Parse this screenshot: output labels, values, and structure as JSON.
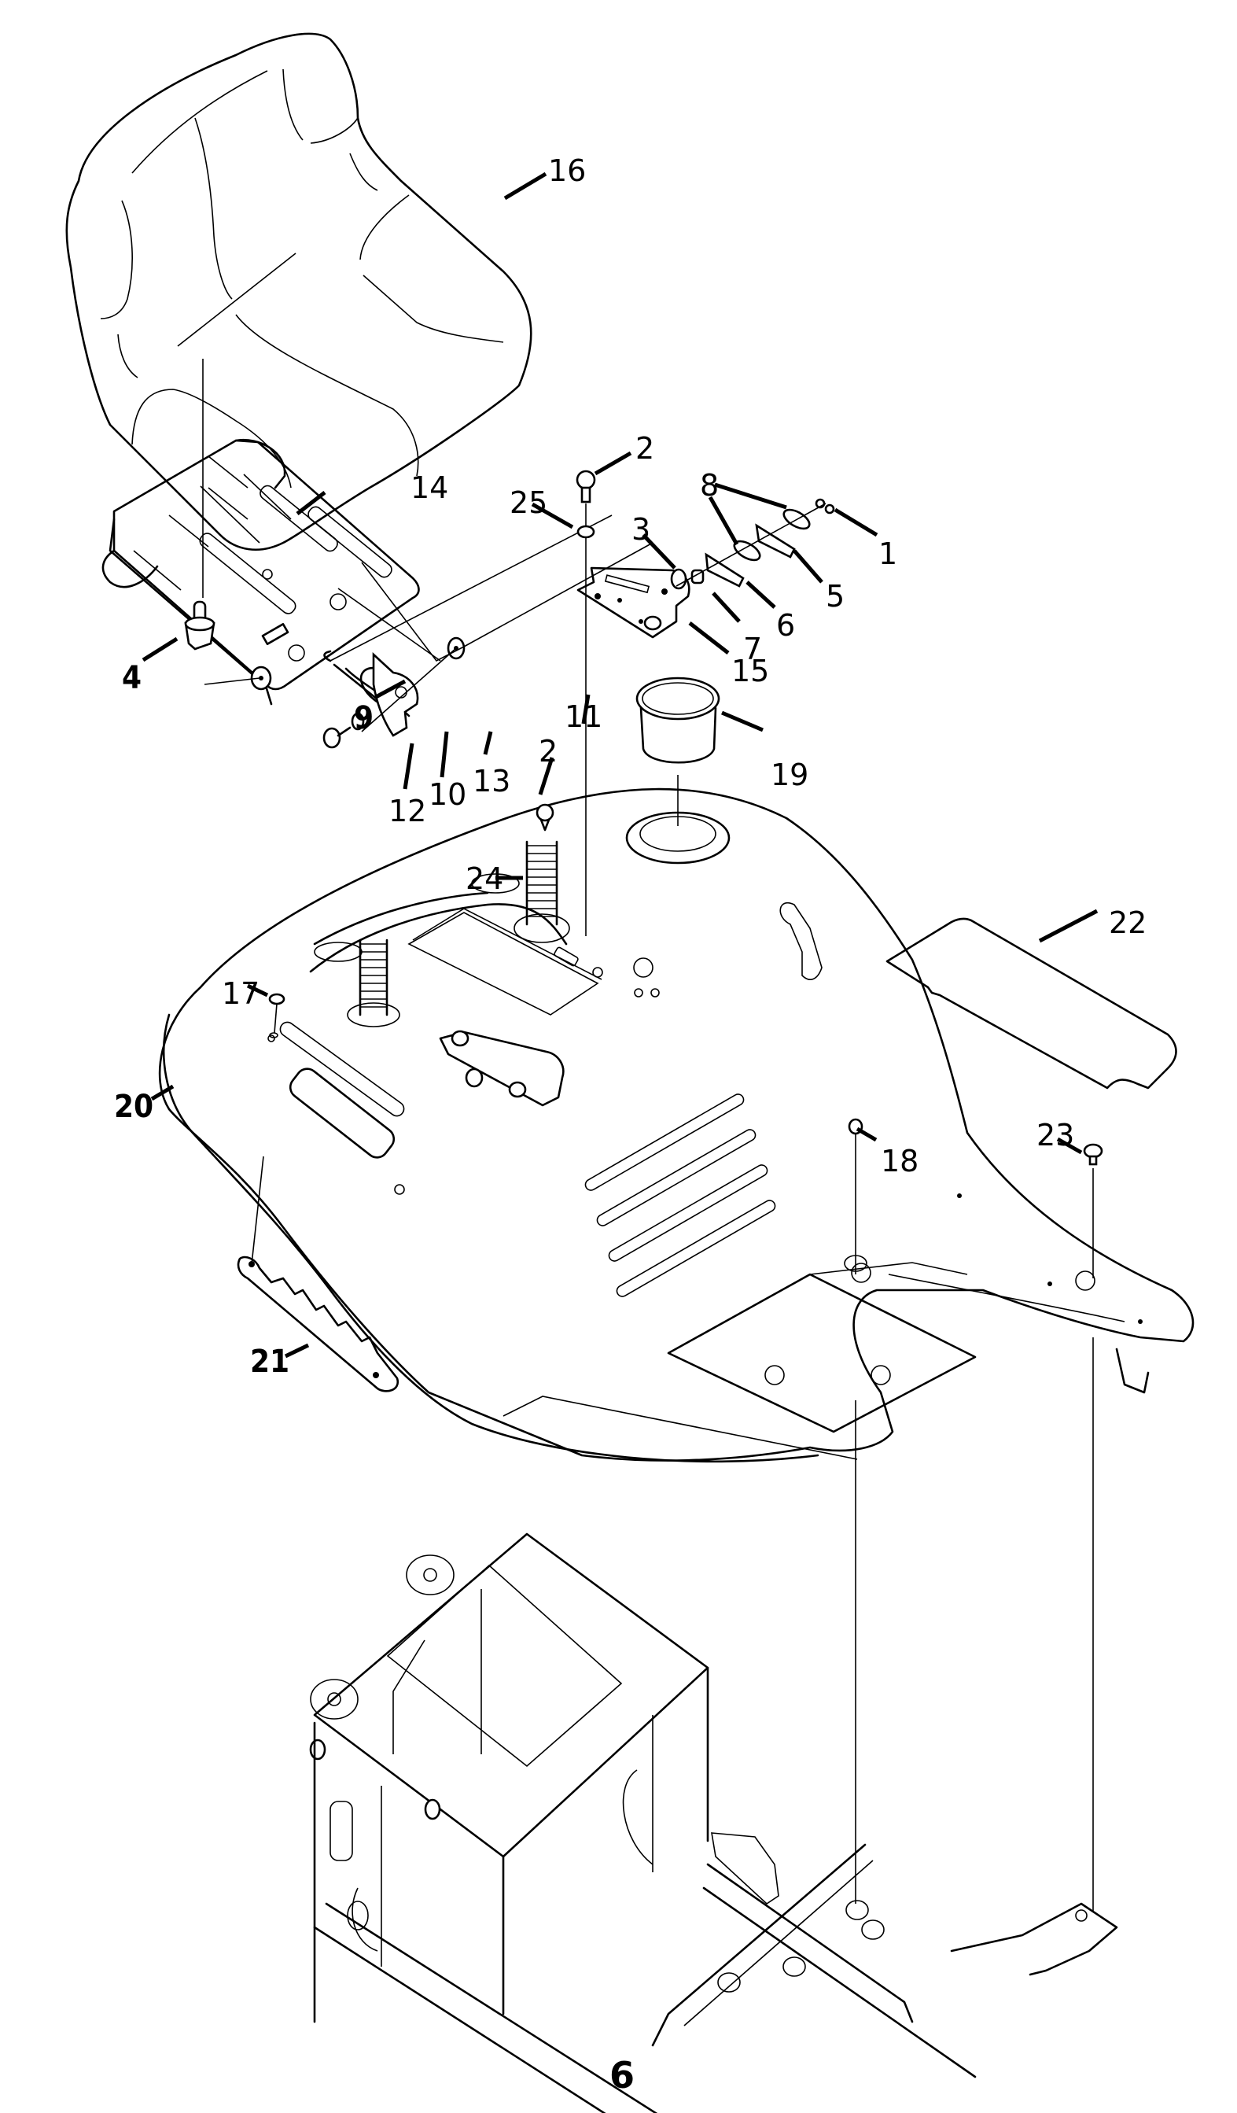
{
  "diagram": {
    "type": "exploded parts diagram",
    "subject": "Seat, fender and frame assembly",
    "page_number": "6",
    "callouts": [
      {
        "id": "c1",
        "label": "1",
        "style": "regular"
      },
      {
        "id": "c2a",
        "label": "2",
        "style": "regular"
      },
      {
        "id": "c2b",
        "label": "2",
        "style": "regular"
      },
      {
        "id": "c3",
        "label": "3",
        "style": "regular"
      },
      {
        "id": "c4",
        "label": "4",
        "style": "bold"
      },
      {
        "id": "c5",
        "label": "5",
        "style": "regular"
      },
      {
        "id": "c6",
        "label": "6",
        "style": "regular"
      },
      {
        "id": "c7",
        "label": "7",
        "style": "regular"
      },
      {
        "id": "c8",
        "label": "8",
        "style": "regular"
      },
      {
        "id": "c9",
        "label": "9",
        "style": "bold"
      },
      {
        "id": "c10",
        "label": "10",
        "style": "regular"
      },
      {
        "id": "c11",
        "label": "11",
        "style": "regular"
      },
      {
        "id": "c12",
        "label": "12",
        "style": "regular"
      },
      {
        "id": "c13",
        "label": "13",
        "style": "regular"
      },
      {
        "id": "c14",
        "label": "14",
        "style": "regular"
      },
      {
        "id": "c15",
        "label": "15",
        "style": "regular"
      },
      {
        "id": "c16",
        "label": "16",
        "style": "regular"
      },
      {
        "id": "c17",
        "label": "17",
        "style": "regular"
      },
      {
        "id": "c18",
        "label": "18",
        "style": "regular"
      },
      {
        "id": "c19",
        "label": "19",
        "style": "regular"
      },
      {
        "id": "c20",
        "label": "20",
        "style": "bold"
      },
      {
        "id": "c21",
        "label": "21",
        "style": "bold"
      },
      {
        "id": "c22",
        "label": "22",
        "style": "regular"
      },
      {
        "id": "c23",
        "label": "23",
        "style": "regular"
      },
      {
        "id": "c24",
        "label": "24",
        "style": "regular"
      },
      {
        "id": "c25",
        "label": "25",
        "style": "regular"
      }
    ]
  }
}
